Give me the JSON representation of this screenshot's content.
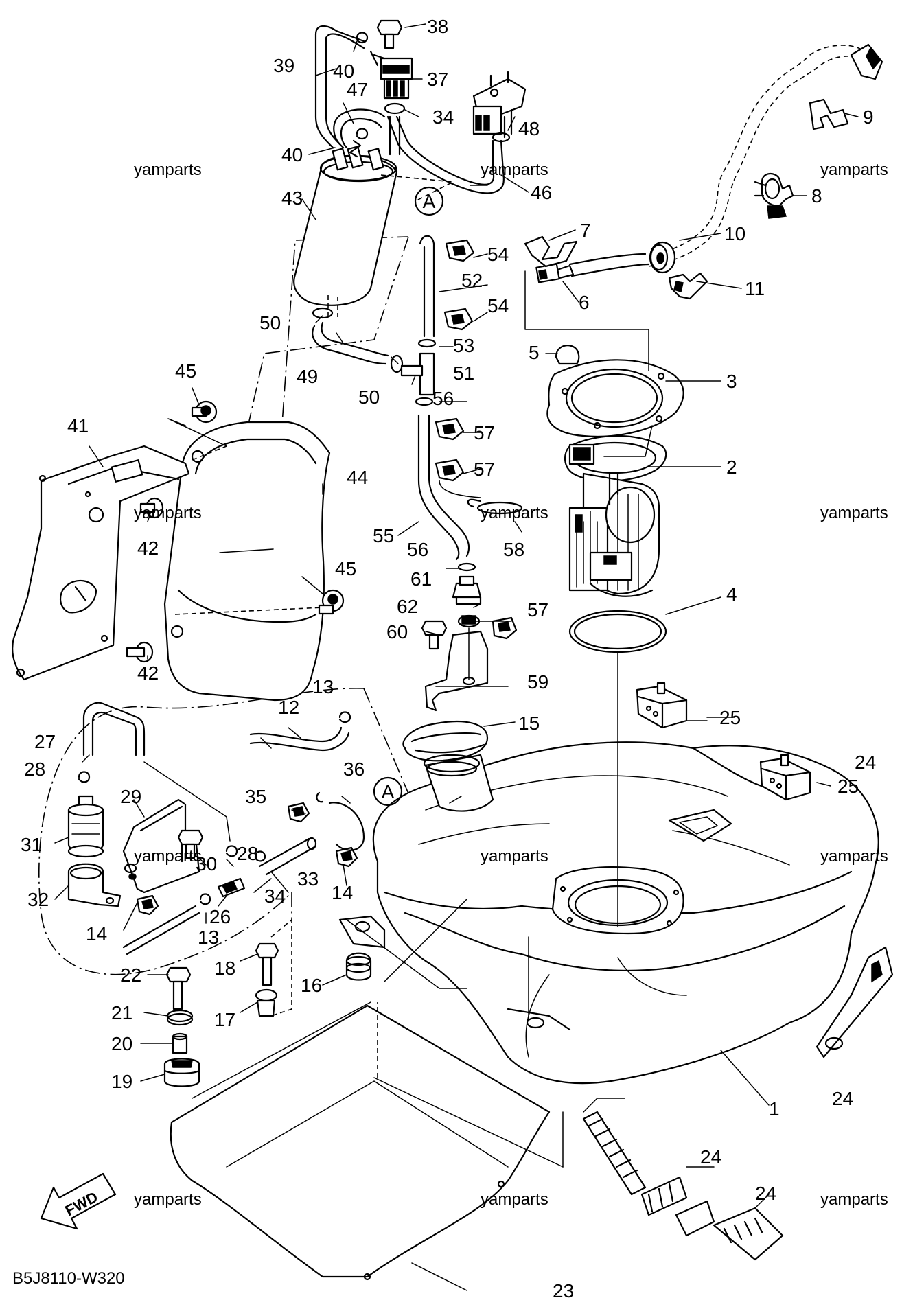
{
  "diagram": {
    "code": "B5J8110-W320",
    "fwd_label": "FWD",
    "ref_label": "A",
    "watermark": "yamparts",
    "parts": [
      "1",
      "2",
      "3",
      "4",
      "5",
      "6",
      "7",
      "8",
      "9",
      "10",
      "11",
      "12",
      "13",
      "13",
      "14",
      "14",
      "15",
      "16",
      "17",
      "18",
      "19",
      "20",
      "21",
      "22",
      "23",
      "24",
      "24",
      "24",
      "24",
      "25",
      "25",
      "26",
      "27",
      "28",
      "28",
      "29",
      "30",
      "31",
      "32",
      "33",
      "34",
      "34",
      "35",
      "36",
      "37",
      "38",
      "39",
      "40",
      "40",
      "41",
      "42",
      "42",
      "43",
      "44",
      "45",
      "45",
      "46",
      "47",
      "48",
      "49",
      "50",
      "50",
      "51",
      "52",
      "53",
      "54",
      "54",
      "55",
      "56",
      "56",
      "57",
      "57",
      "57",
      "58",
      "59",
      "60",
      "61",
      "62"
    ]
  }
}
